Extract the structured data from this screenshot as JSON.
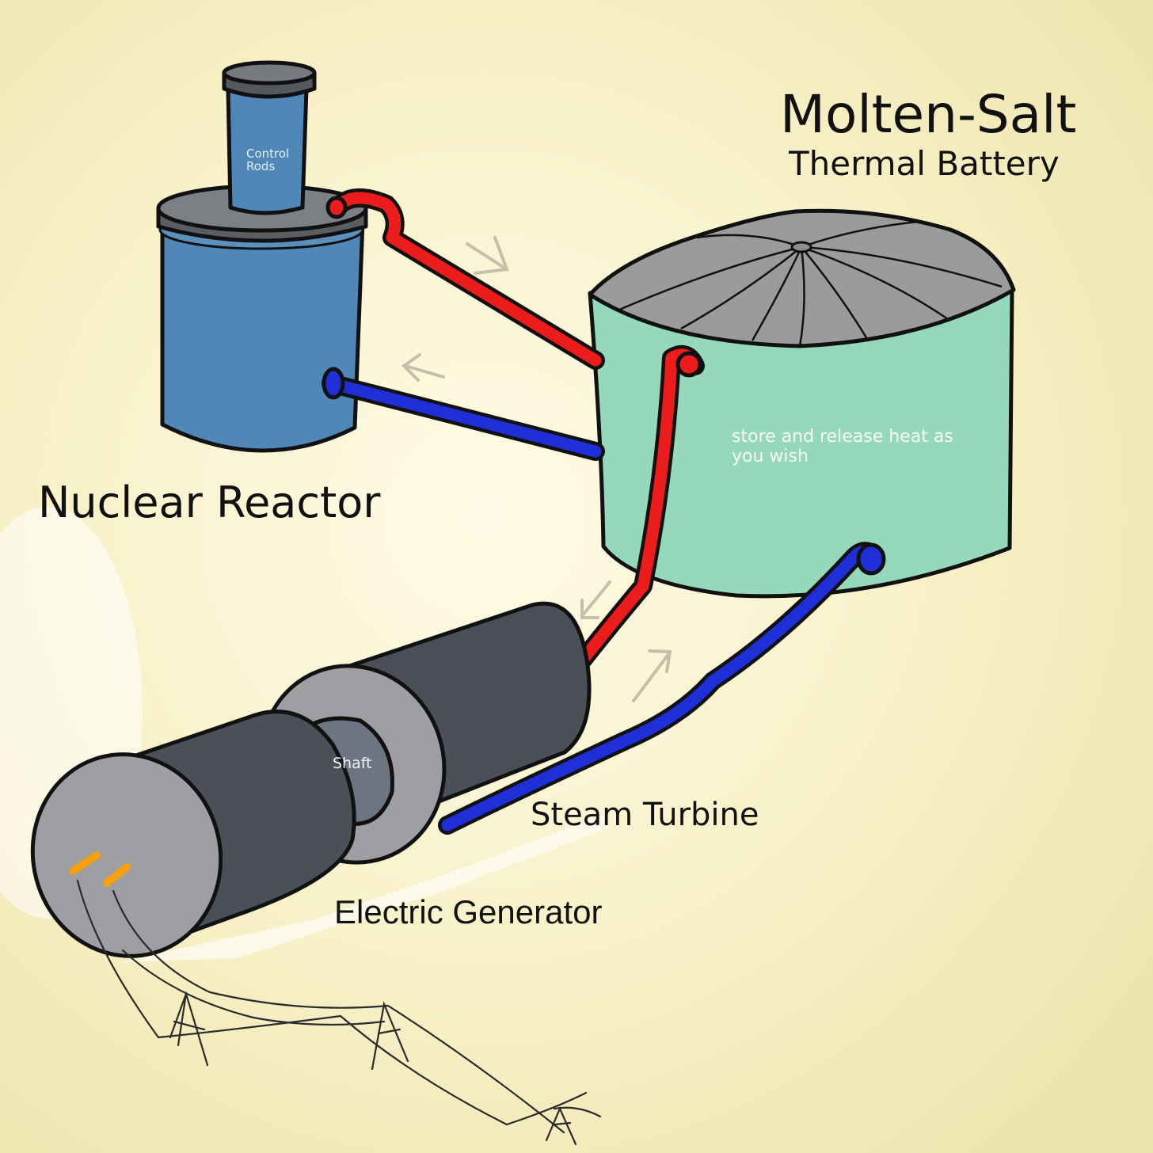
{
  "title": "Molten-Salt",
  "subtitle": "Thermal Battery",
  "reactor": {
    "label": "Nuclear Reactor",
    "control_rods_label": "Control Rods"
  },
  "tank": {
    "note": "store and release heat as you wish"
  },
  "turbine": {
    "label": "Steam Turbine",
    "shaft_label": "Shaft"
  },
  "generator": {
    "label": "Electric Generator"
  },
  "colors": {
    "background": "#f6efc4",
    "reactor_blue": "#4f87b8",
    "tank_green": "#95d8bc",
    "tank_roof": "#9b9b9b",
    "hot_pipe": "#ec1c1c",
    "cold_pipe": "#1f2fd8",
    "machine_dark": "#4b5058",
    "machine_grey": "#9d9fa3",
    "terminal": "#f5a00e"
  }
}
